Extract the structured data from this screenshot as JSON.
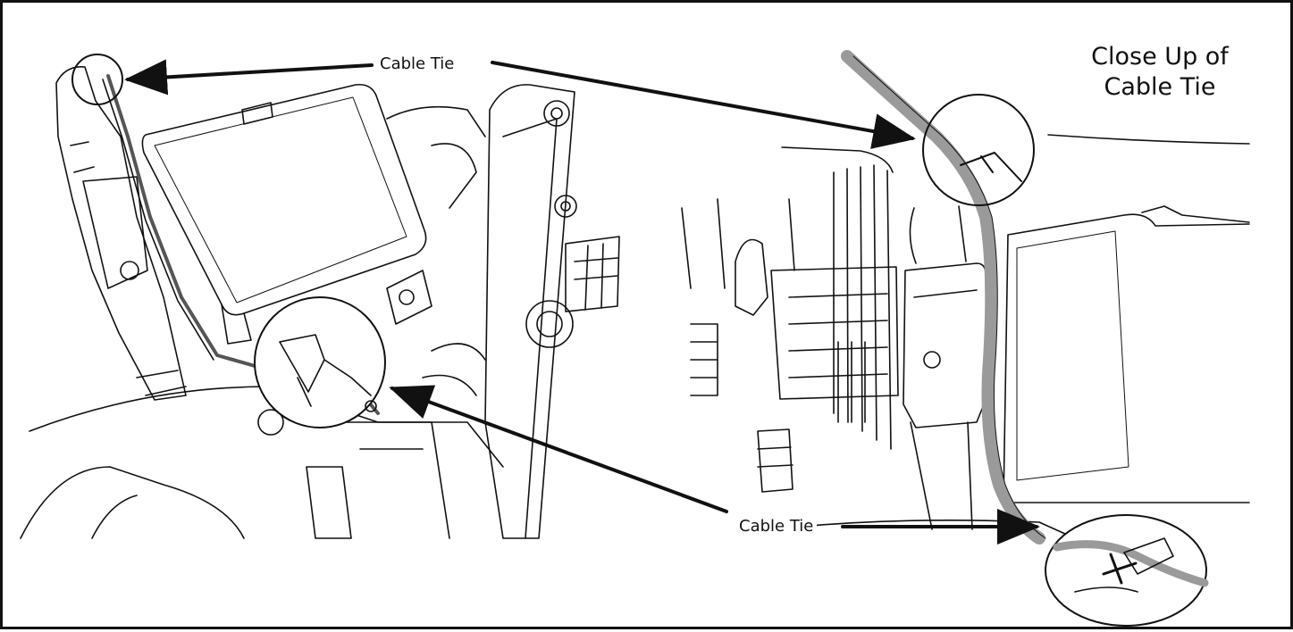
{
  "labels": {
    "top_callout": "Cable Tie",
    "bottom_callout": "Cable Tie",
    "closeup_title": "Close Up of\nCable Tie"
  },
  "colors": {
    "line": "#111111",
    "harness": "#9a9a9a",
    "background": "#ffffff"
  }
}
